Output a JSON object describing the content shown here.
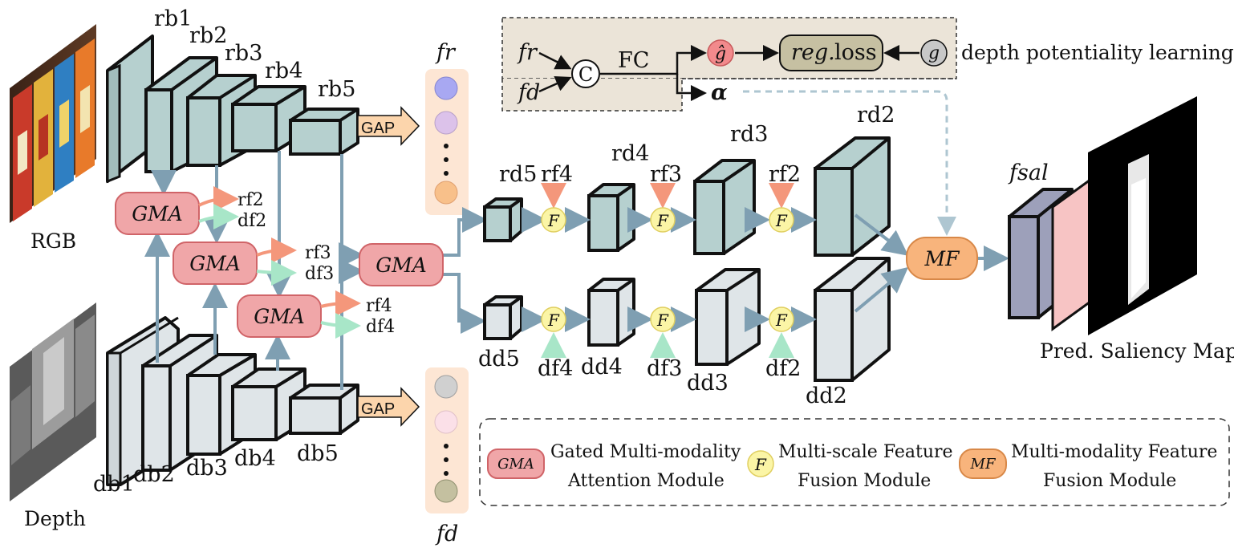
{
  "inputs": {
    "rgb_label": "RGB",
    "depth_label": "Depth"
  },
  "rgb_blocks": [
    "rb1",
    "rb2",
    "rb3",
    "rb4",
    "rb5"
  ],
  "depth_blocks": [
    "db1",
    "db2",
    "db3",
    "db4",
    "db5"
  ],
  "gap_label": "GAP",
  "feature_vectors": {
    "rgb_label": "fr",
    "depth_label": "fd"
  },
  "gma_label": "GMA",
  "gma_outputs": [
    {
      "rf": "rf2",
      "df": "df2"
    },
    {
      "rf": "rf3",
      "df": "df3"
    },
    {
      "rf": "rf4",
      "df": "df4"
    }
  ],
  "decoder_rgb": [
    "rd5",
    "rd4",
    "rd3",
    "rd2"
  ],
  "decoder_depth": [
    "dd5",
    "dd4",
    "dd3",
    "dd2"
  ],
  "fusion_inputs_top": [
    "rf4",
    "rf3",
    "rf2"
  ],
  "fusion_inputs_bottom": [
    "df4",
    "df3",
    "df2"
  ],
  "fusion_label": "F",
  "mf_label": "MF",
  "output": {
    "feature_label": "fsal",
    "map_label": "Pred. Saliency Map"
  },
  "depth_potentiality": {
    "fr": "fr",
    "fd": "fd",
    "concat": "C",
    "fc": "FC",
    "g_hat": "ĝ",
    "loss_italic": "reg.",
    "loss": "loss",
    "g": "g",
    "alpha": "α",
    "title": "depth potentiality learning"
  },
  "legend": {
    "gma_line1": "Gated Multi-modality",
    "gma_line2": "Attention Module",
    "f_line1": "Multi-scale Feature",
    "f_line2": "Fusion Module",
    "mf_line1": "Multi-modality Feature",
    "mf_line2": "Fusion Module"
  },
  "colors": {
    "rgb_block": "#b6d0cf",
    "depth_block": "#dfe5e8",
    "gma_fill": "#f0a6a8",
    "f_fill": "#fbf5a6",
    "mf_fill": "#f8b47c",
    "arrow": "#7f9fb2",
    "rf_arrow": "#f4977b",
    "df_arrow": "#a8e6c8",
    "gap_fill": "#fcd5ac",
    "dp_box": "#ebe4d8",
    "loss_fill": "#c6c0a2",
    "fsal_fill": "#9da0ba",
    "pink_map": "#f7c4c4"
  }
}
